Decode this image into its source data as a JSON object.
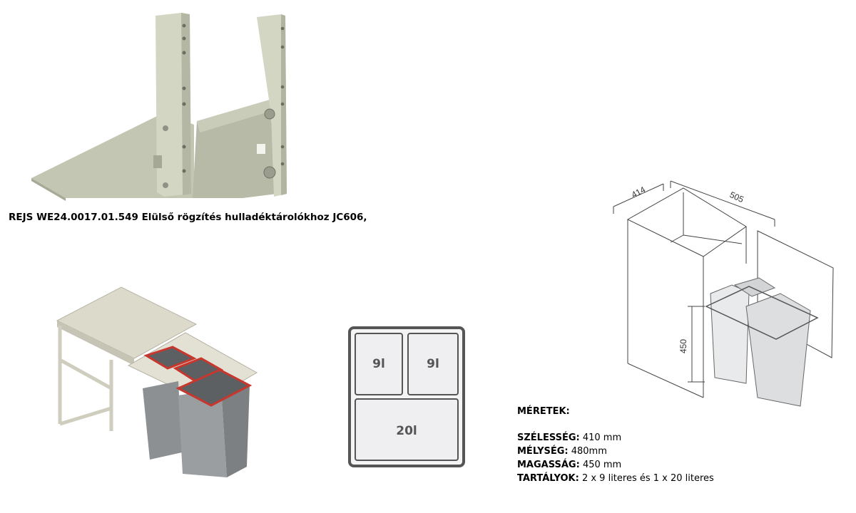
{
  "caption": "REJS WE24.0017.01.549 Elülső rögzítés hulladéktárolókhoz JC606,",
  "bin_layout": {
    "top_left": "9l",
    "top_right": "9l",
    "bottom": "20l"
  },
  "dimensions": {
    "width": "414",
    "depth": "505",
    "height": "450"
  },
  "specs": {
    "heading": "MÉRETEK:",
    "rows": [
      {
        "label": "SZÉLESSÉG:",
        "value": " 410 mm"
      },
      {
        "label": "MÉLYSÉG:",
        "value": " 480mm"
      },
      {
        "label": "MAGASSÁG:",
        "value": "  450 mm"
      },
      {
        "label": "TARTÁLYOK:",
        "value": " 2 x 9 literes és 1 x 20 literes"
      }
    ]
  },
  "colors": {
    "bracket": "#c9cbb8",
    "bin_grey": "#8e9194",
    "rim_red": "#c8372d",
    "frame": "#d8d6c8"
  }
}
